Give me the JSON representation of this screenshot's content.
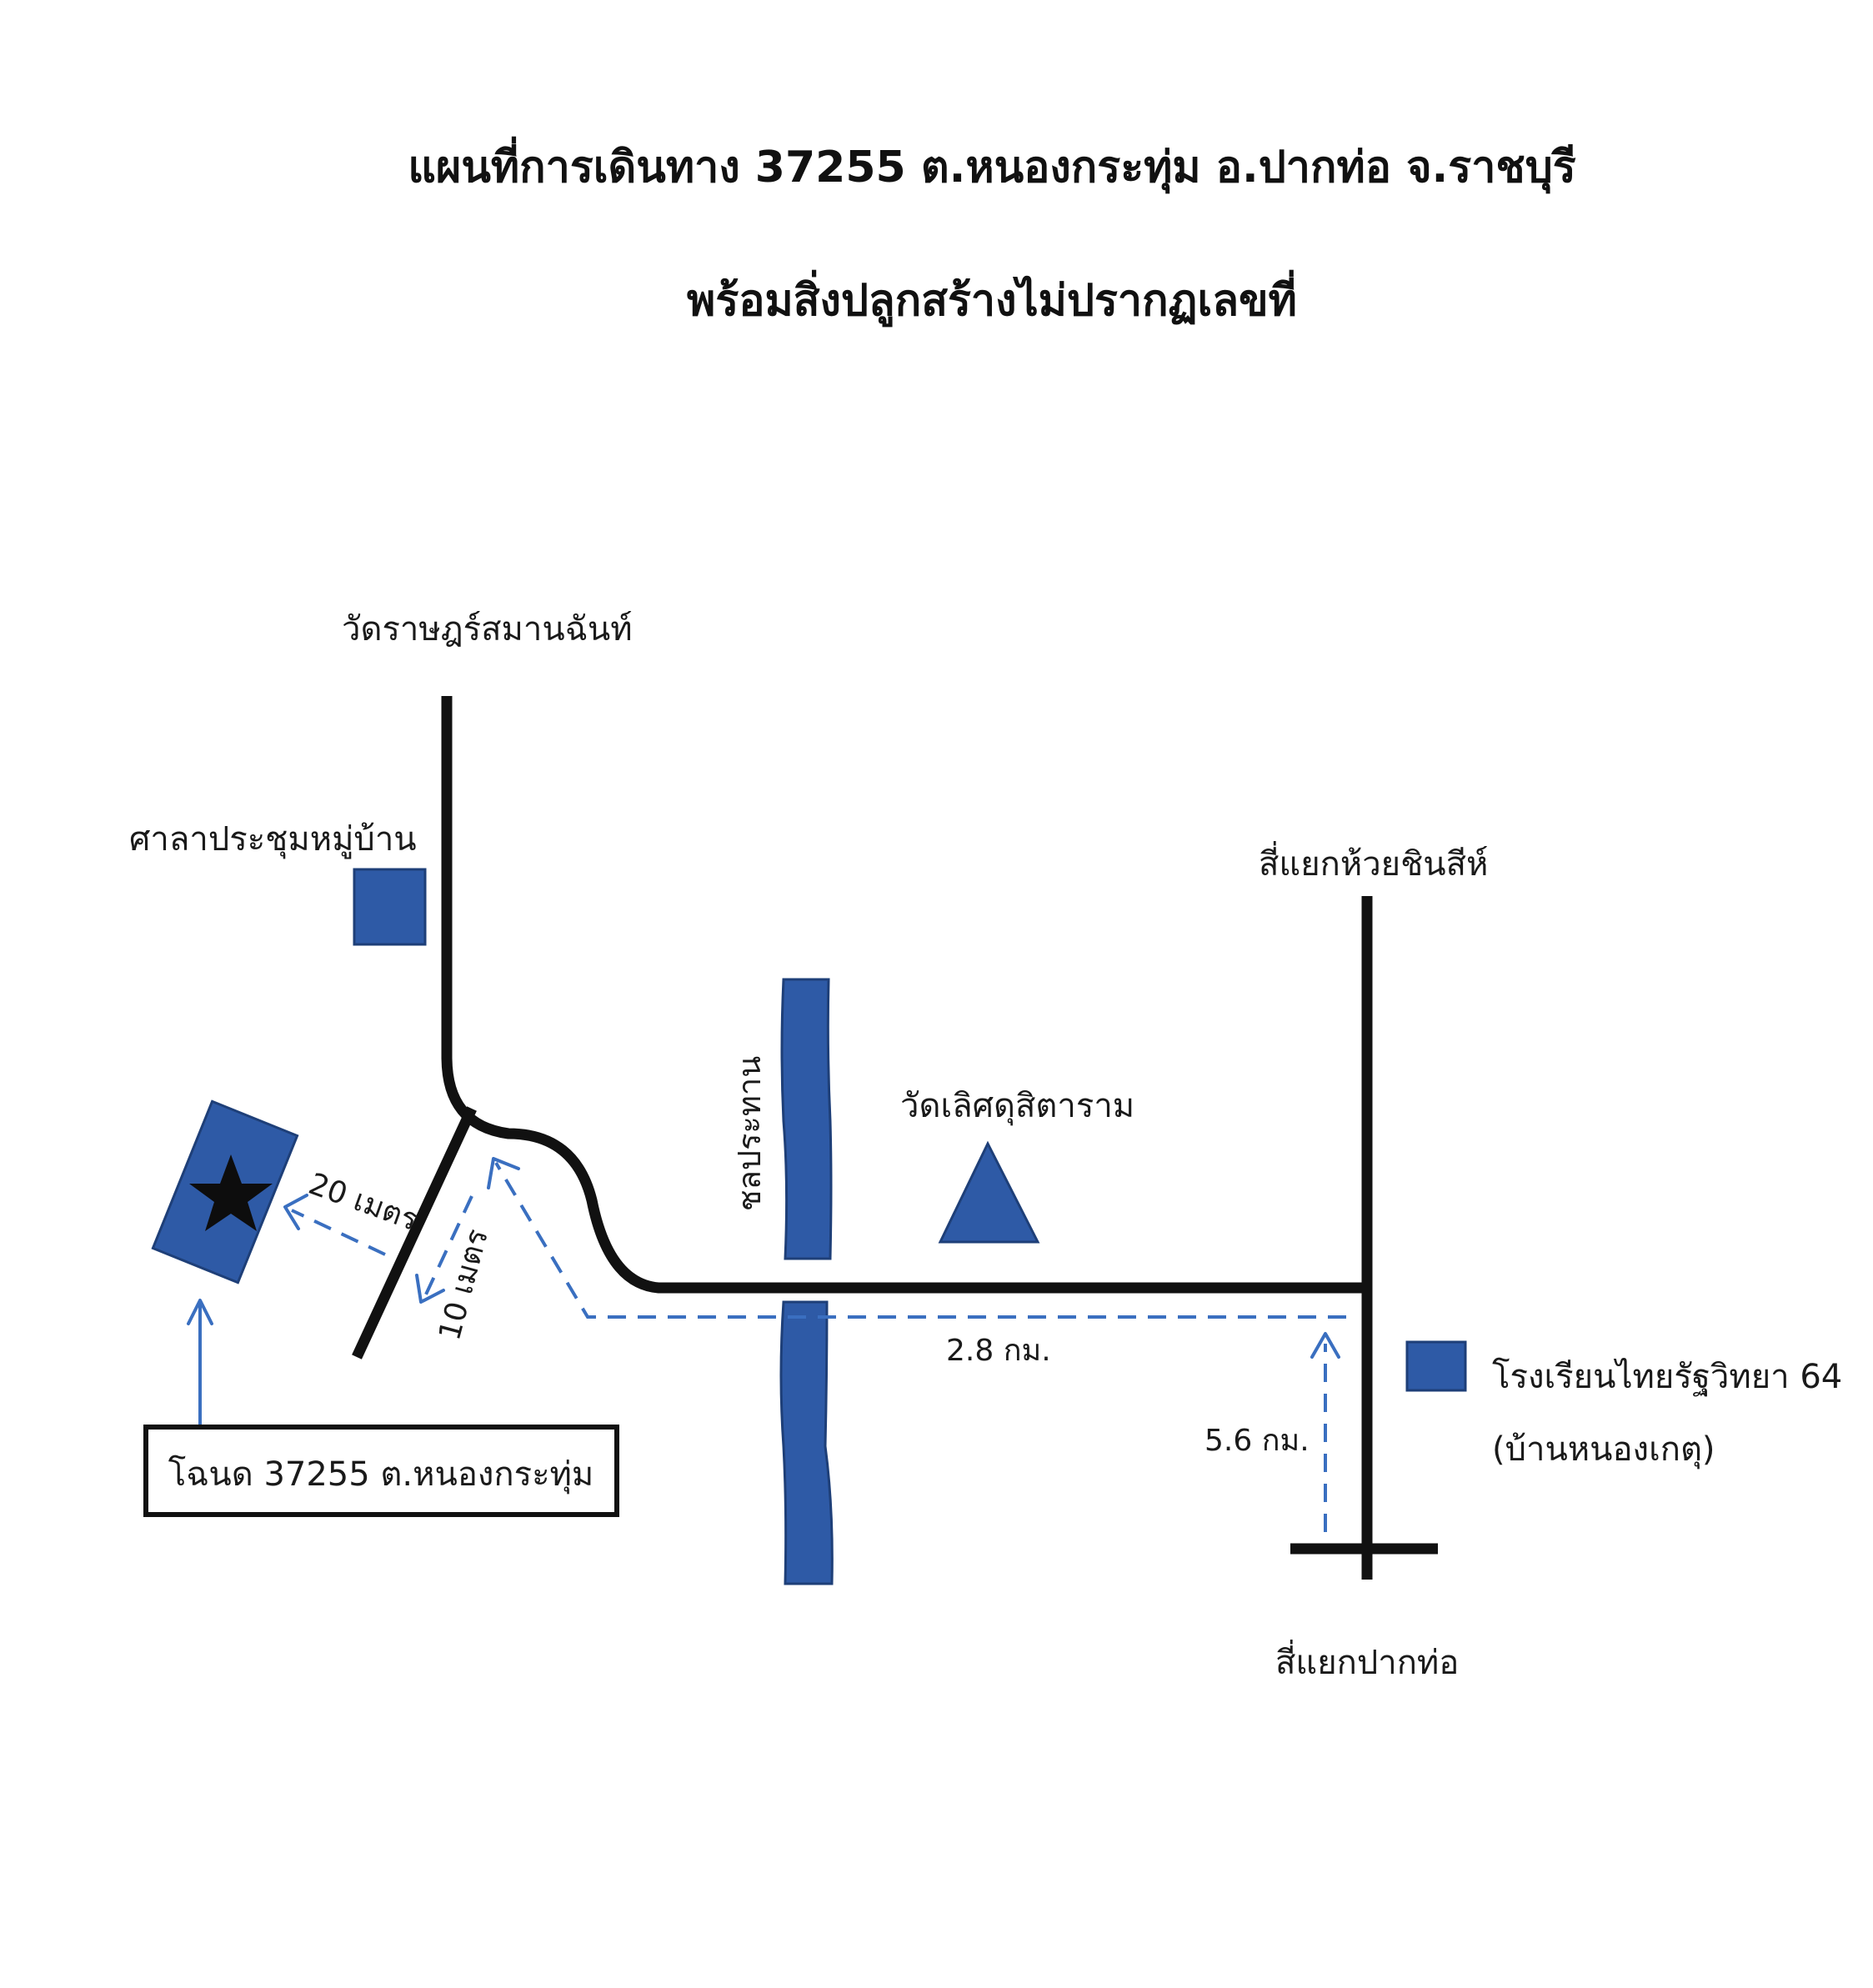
{
  "title": {
    "line1": "แผนที่การเดินทาง 37255 ต.หนองกระทุ่ม อ.ปากท่อ จ.ราชบุรี",
    "line2": "พร้อมสิ่งปลูกสร้างไม่ปรากฏเลขที่"
  },
  "landmarks": {
    "temple_north": "วัดราษฎร์สมานฉันท์",
    "village_hall": "ศาลาประชุมหมู่บ้าน",
    "intersection_north": "สี่แยกห้วยชินสีห์",
    "canal": "ชลประทาน",
    "temple_center": "วัดเลิศดุสิตาราม",
    "school_name": "โรงเรียนไทยรัฐวิทยา 64",
    "school_area": "(บ้านหนองเกตุ)",
    "intersection_south": "สี่แยกปากท่อ"
  },
  "distances": {
    "to_plot": "20 เมตร",
    "side_road": "10 เมตร",
    "main_road": "2.8 กม.",
    "north_south": "5.6 กม."
  },
  "plot_label": "โฉนด 37255 ต.หนองกระทุ่ม",
  "colors": {
    "road": "#111111",
    "fill_blue": "#2e5aa6",
    "dash_blue": "#3a6fc0",
    "text": "#111111",
    "star": "#0d0d0d"
  },
  "icons": {
    "plot_marker": "star-icon",
    "temple_center": "triangle-icon",
    "building": "square-icon"
  }
}
